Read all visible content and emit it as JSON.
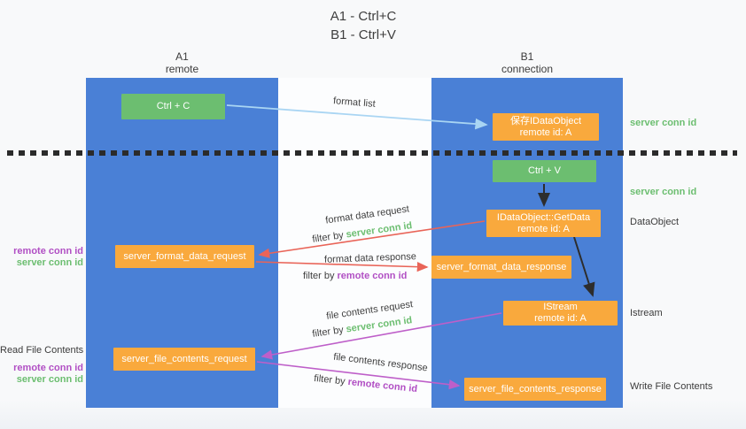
{
  "title": {
    "line1": "A1 - Ctrl+C",
    "line2": "B1 - Ctrl+V"
  },
  "columns": {
    "a1": {
      "name": "A1",
      "subtitle": "remote"
    },
    "b1": {
      "name": "B1",
      "subtitle": "connection"
    }
  },
  "boxes": {
    "ctrl_c": "Ctrl + C",
    "save_idataobject_line1": "保存IDataObject",
    "save_idataobject_line2": "remote id: A",
    "ctrl_v": "Ctrl + V",
    "getdata_line1": "IDataObject::GetData",
    "getdata_line2": "remote id: A",
    "format_request": "server_format_data_request",
    "format_response": "server_format_data_response",
    "istream_line1": "IStream",
    "istream_line2": "remote id: A",
    "file_request": "server_file_contents_request",
    "file_response": "server_file_contents_response"
  },
  "flow": {
    "format_list": "format list",
    "format_data_request": "format data request",
    "format_data_response": "format data response",
    "file_contents_request": "file contents request",
    "file_contents_response": "file contents response",
    "filter_by": "filter by ",
    "server_conn_id": "server conn id",
    "remote_conn_id": "remote conn id"
  },
  "left_labels": {
    "format_remote": "remote conn id",
    "format_server": "server conn id",
    "read_file_contents": "Read File Contents",
    "file_remote": "remote conn id",
    "file_server": "server conn id"
  },
  "right_labels": {
    "server_conn_id_top": "server conn id",
    "server_conn_id_mid": "server conn id",
    "data_object": "DataObject",
    "istream": "Istream",
    "write_file_contents": "Write File Contents"
  },
  "colors": {
    "column_blue": "#4A80D6",
    "box_green": "#6CBE70",
    "box_orange": "#F9A93D",
    "arrow_light_blue": "#A9D5F3",
    "arrow_red": "#E96458",
    "arrow_magenta": "#BE5FC9",
    "arrow_black": "#2D2D2D",
    "text_green": "#6CBE70",
    "text_purple": "#B14FC4",
    "text_dark": "#3B3B3B"
  }
}
